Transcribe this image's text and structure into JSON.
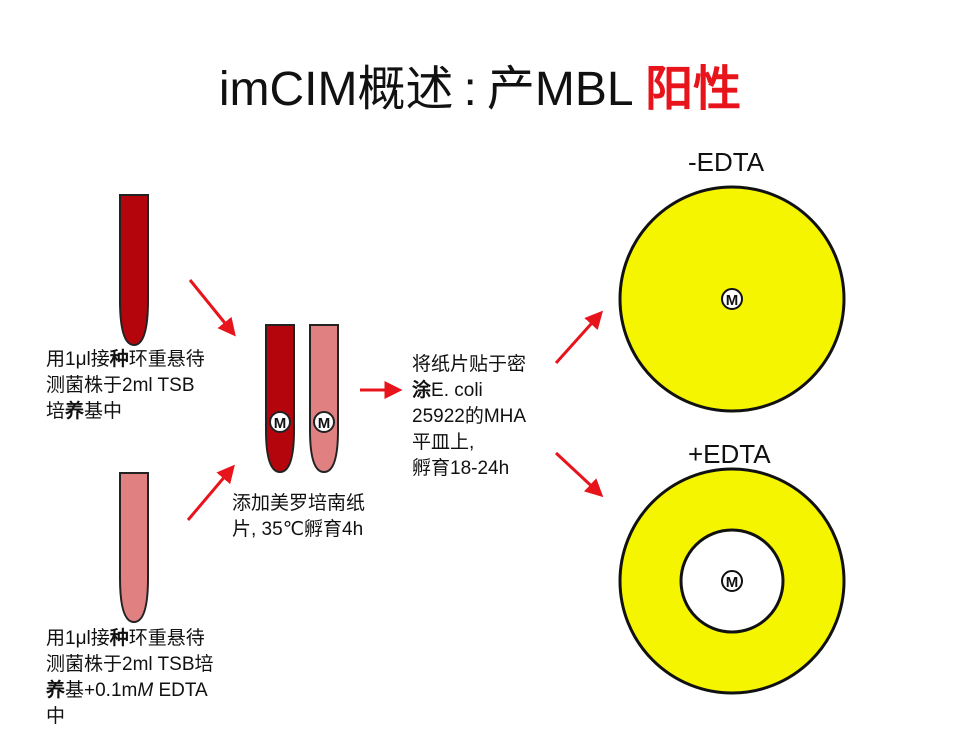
{
  "title": {
    "main": "imCIM概述",
    "separator": ":",
    "mid": "产MBL",
    "highlight": "阳性"
  },
  "tube1_label": {
    "t1": "用1μl接",
    "t2": "种",
    "t3": "环重悬待",
    "t4": "测菌株于2ml TSB",
    "t5": "培",
    "t6": "养",
    "t7": "基中"
  },
  "tube2_label": {
    "t1": "用1μl接",
    "t2": "种",
    "t3": "环重悬待",
    "t4": "测菌株于2ml TSB培",
    "t5": "养",
    "t6": "基+0.1m",
    "t7": "M",
    "t8": " EDTA",
    "t9": "中"
  },
  "step2_label": {
    "line1": "添加美罗培南纸",
    "line2": "片, 35℃孵育4h"
  },
  "step3_label": {
    "line1": "将纸片贴于密",
    "line2a": "涂",
    "line2b": "E. coli",
    "line3": "25922的MHA",
    "line4": "平皿上,",
    "line5": "孵育18-24h"
  },
  "disk_letter": "M",
  "plate_top_label": "-EDTA",
  "plate_bottom_label": "+EDTA",
  "colors": {
    "dark_tube": "#b5050c",
    "light_tube": "#e08080",
    "arrow": "#e8141b",
    "plate_yellow": "#f5f500",
    "title_highlight": "#e8141b"
  }
}
